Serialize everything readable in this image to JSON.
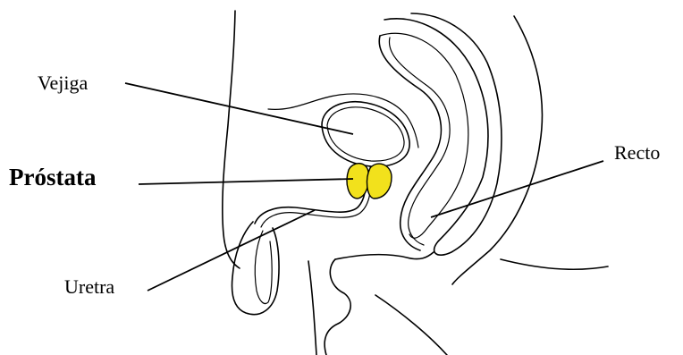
{
  "labels": {
    "bladder": "Vejiga",
    "prostate": "Próstata",
    "rectum": "Recto",
    "urethra": "Uretra"
  },
  "colors": {
    "prostate_fill": "#f2e11c",
    "line": "#000000",
    "background": "#ffffff"
  }
}
